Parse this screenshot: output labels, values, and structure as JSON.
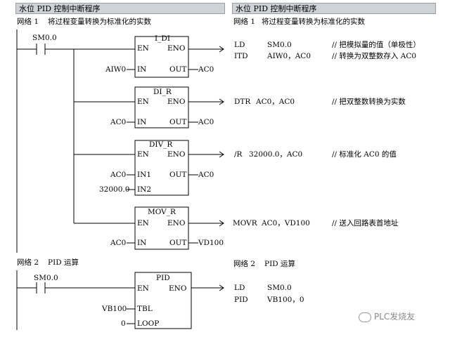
{
  "left_panel": {
    "title": "水位 PID 控制中断程序",
    "network1": {
      "label": "网络 1",
      "comment": "将过程变量转换为标准化的实数",
      "contact": "SM0.0",
      "blocks": [
        {
          "name": "I_DI",
          "en": "EN",
          "eno": "ENO",
          "inputs": [
            {
              "pin": "IN",
              "val": "AIW0"
            }
          ],
          "out_pin": "OUT",
          "out_val": "AC0"
        },
        {
          "name": "DI_R",
          "en": "EN",
          "eno": "ENO",
          "inputs": [
            {
              "pin": "IN",
              "val": "AC0"
            }
          ],
          "out_pin": "OUT",
          "out_val": "AC0"
        },
        {
          "name": "DIV_R",
          "en": "EN",
          "eno": "ENO",
          "inputs": [
            {
              "pin": "IN1",
              "val": "AC0"
            },
            {
              "pin": "IN2",
              "val": "32000.0"
            }
          ],
          "out_pin": "OUT",
          "out_val": "AC0"
        },
        {
          "name": "MOV_R",
          "en": "EN",
          "eno": "ENO",
          "inputs": [
            {
              "pin": "IN",
              "val": "AC0"
            }
          ],
          "out_pin": "OUT",
          "out_val": "VD100"
        }
      ]
    },
    "network2": {
      "label": "网络 2",
      "comment": "PID 运算",
      "contact": "SM0.0",
      "block": {
        "name": "PID",
        "en": "EN",
        "eno": "ENO",
        "inputs": [
          {
            "pin": "TBL",
            "val": "VB100"
          },
          {
            "pin": "LOOP",
            "val": "0"
          }
        ]
      }
    }
  },
  "right_panel": {
    "title": "水位 PID 控制中断程序",
    "network1": {
      "label": "网络 1",
      "comment": "将过程变量转换为标准化的实数",
      "lines": [
        {
          "op": "LD",
          "args": "SM0.0",
          "comment": "// 把模拟量的值（单极性）"
        },
        {
          "op": "ITD",
          "args": "AIW0，AC0",
          "comment": "// 转换为双整数存入 AC0"
        },
        {
          "op": "DTR",
          "args": "AC0，AC0",
          "comment": "// 把双整数转换为实数"
        },
        {
          "op": "/R",
          "args": "32000.0，AC0",
          "comment": "// 标准化 AC0 的值"
        },
        {
          "op": "MOVR",
          "args": "AC0，VD100",
          "comment": "// 送入回路表首地址"
        }
      ]
    },
    "network2": {
      "label": "网络 2",
      "comment": "PID 运算",
      "lines": [
        {
          "op": "LD",
          "args": "SM0.0"
        },
        {
          "op": "PID",
          "args": "VB100，0"
        }
      ]
    }
  },
  "watermark": "PLC发烧友",
  "colors": {
    "title_bg": "#cfd2d6",
    "line": "#000000"
  }
}
